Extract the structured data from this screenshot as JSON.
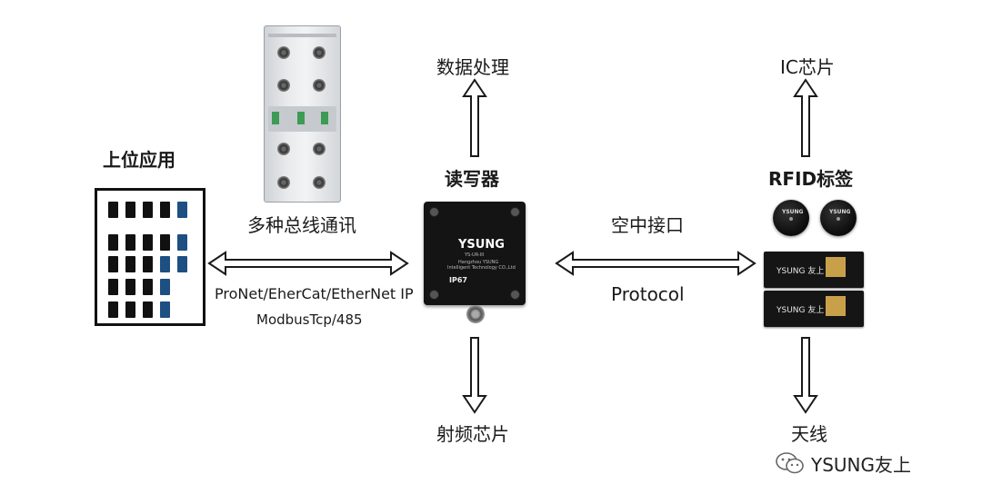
{
  "labels": {
    "host": "上位应用",
    "bus": "多种总线通讯",
    "protocols_line1": "ProNet/EherCat/EtherNet IP",
    "protocols_line2": "ModbusTcp/485",
    "data_processing": "数据处理",
    "reader": "读写器",
    "rf_chip": "射频芯片",
    "air_interface": "空中接口",
    "protocol": "Protocol",
    "ic_chip": "IC芯片",
    "rfid_tag": "RFID标签",
    "antenna": "天线"
  },
  "reader_device": {
    "brand": "YSUNG",
    "model": "YS-UR-III",
    "maker_line1": "Hangzhou YSUNG",
    "maker_line2": "Intelligent Technology CO.,Ltd",
    "ip_rating": "IP67"
  },
  "tags": {
    "coin_brand": "YSUNG",
    "card_brand": "YSUNG 友上"
  },
  "footer": {
    "brand": "YSUNG友上"
  },
  "colors": {
    "arrow": "#1a1a1a",
    "building_accent": "#1e4f82",
    "device": "#141414"
  }
}
